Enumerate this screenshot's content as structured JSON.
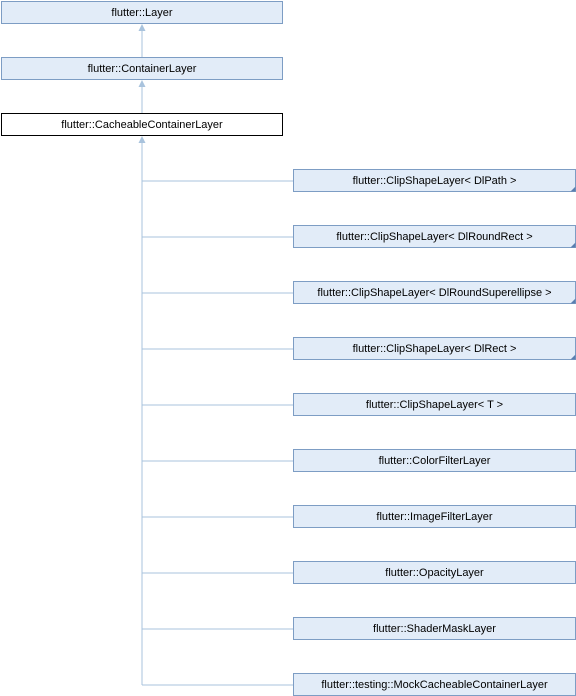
{
  "diagram": {
    "ancestors": [
      {
        "id": "layer",
        "label": "flutter::Layer"
      },
      {
        "id": "container",
        "label": "flutter::ContainerLayer"
      }
    ],
    "current": {
      "id": "cacheable",
      "label": "flutter::CacheableContainerLayer"
    },
    "children": [
      {
        "label": "flutter::ClipShapeLayer< DlPath >",
        "has_more": true
      },
      {
        "label": "flutter::ClipShapeLayer< DlRoundRect >",
        "has_more": true
      },
      {
        "label": "flutter::ClipShapeLayer< DlRoundSuperellipse >",
        "has_more": true
      },
      {
        "label": "flutter::ClipShapeLayer< DlRect >",
        "has_more": true
      },
      {
        "label": "flutter::ClipShapeLayer< T >",
        "has_more": false
      },
      {
        "label": "flutter::ColorFilterLayer",
        "has_more": false
      },
      {
        "label": "flutter::ImageFilterLayer",
        "has_more": false
      },
      {
        "label": "flutter::OpacityLayer",
        "has_more": false
      },
      {
        "label": "flutter::ShaderMaskLayer",
        "has_more": false
      },
      {
        "label": "flutter::testing::MockCacheableContainerLayer",
        "has_more": false
      }
    ]
  }
}
